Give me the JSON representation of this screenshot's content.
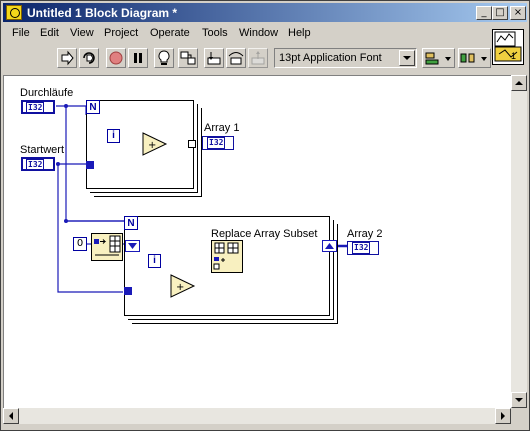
{
  "window": {
    "title": "Untitled 1 Block Diagram *",
    "controls": {
      "minimize": "_",
      "maximize": "□",
      "close": "×"
    }
  },
  "menu": [
    "File",
    "Edit",
    "View",
    "Project",
    "Operate",
    "Tools",
    "Window",
    "Help"
  ],
  "toolbar": {
    "font_selector": "13pt Application Font",
    "buttons": [
      "run-arrow-icon",
      "run-continuously-icon",
      "abort-icon",
      "pause-icon",
      "highlight-execution-icon",
      "retain-wire-values-icon",
      "step-into-icon",
      "step-over-icon",
      "step-out-icon"
    ],
    "right_buttons": [
      "align-objects-icon",
      "distribute-objects-icon"
    ]
  },
  "vi_icon": {
    "number": "1"
  },
  "diagram": {
    "controls": {
      "durchlaeufe": "Durchläufe",
      "startwert": "Startwert"
    },
    "indicators": {
      "array1": "Array 1",
      "array2": "Array 2"
    },
    "type_label": "I32",
    "loop_count": "N",
    "iteration": "i",
    "constant_zero": "0",
    "function_label": "Replace Array Subset"
  }
}
